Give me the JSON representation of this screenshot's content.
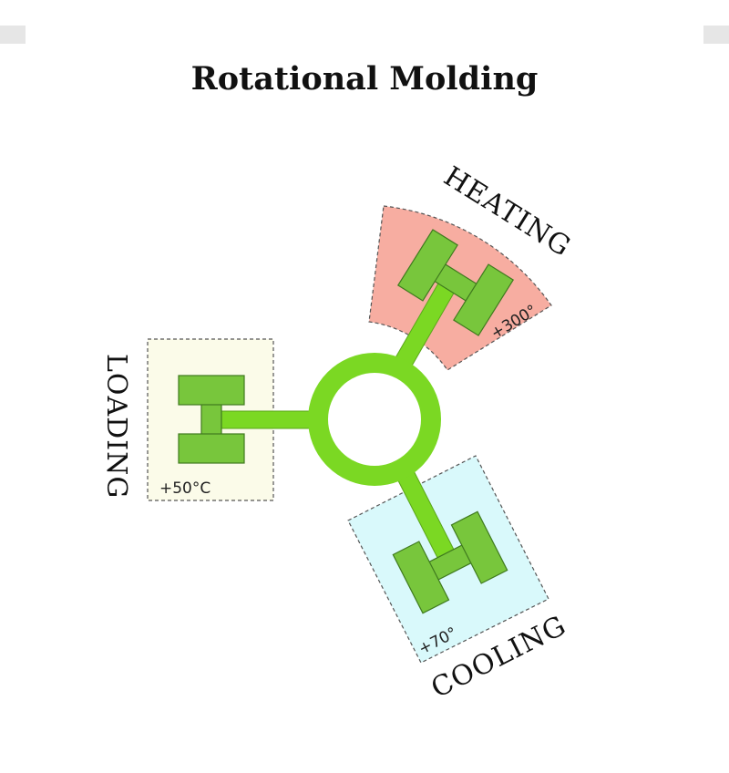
{
  "title": "Rotational Molding",
  "colors": {
    "arm": "#7bd823",
    "arm_stroke": "#5aa61a",
    "mold": "#78c63c",
    "mold_stroke": "#3f7a1e",
    "loading_zone": "#fbfbe9",
    "heating_zone": "#f7ada1",
    "cooling_zone": "#d9f9fb"
  },
  "stations": {
    "loading": {
      "label": "LOADING",
      "temperature": "+50°C"
    },
    "heating": {
      "label": "HEATING",
      "temperature": "+300°"
    },
    "cooling": {
      "label": "COOLING",
      "temperature": "+70°"
    }
  }
}
